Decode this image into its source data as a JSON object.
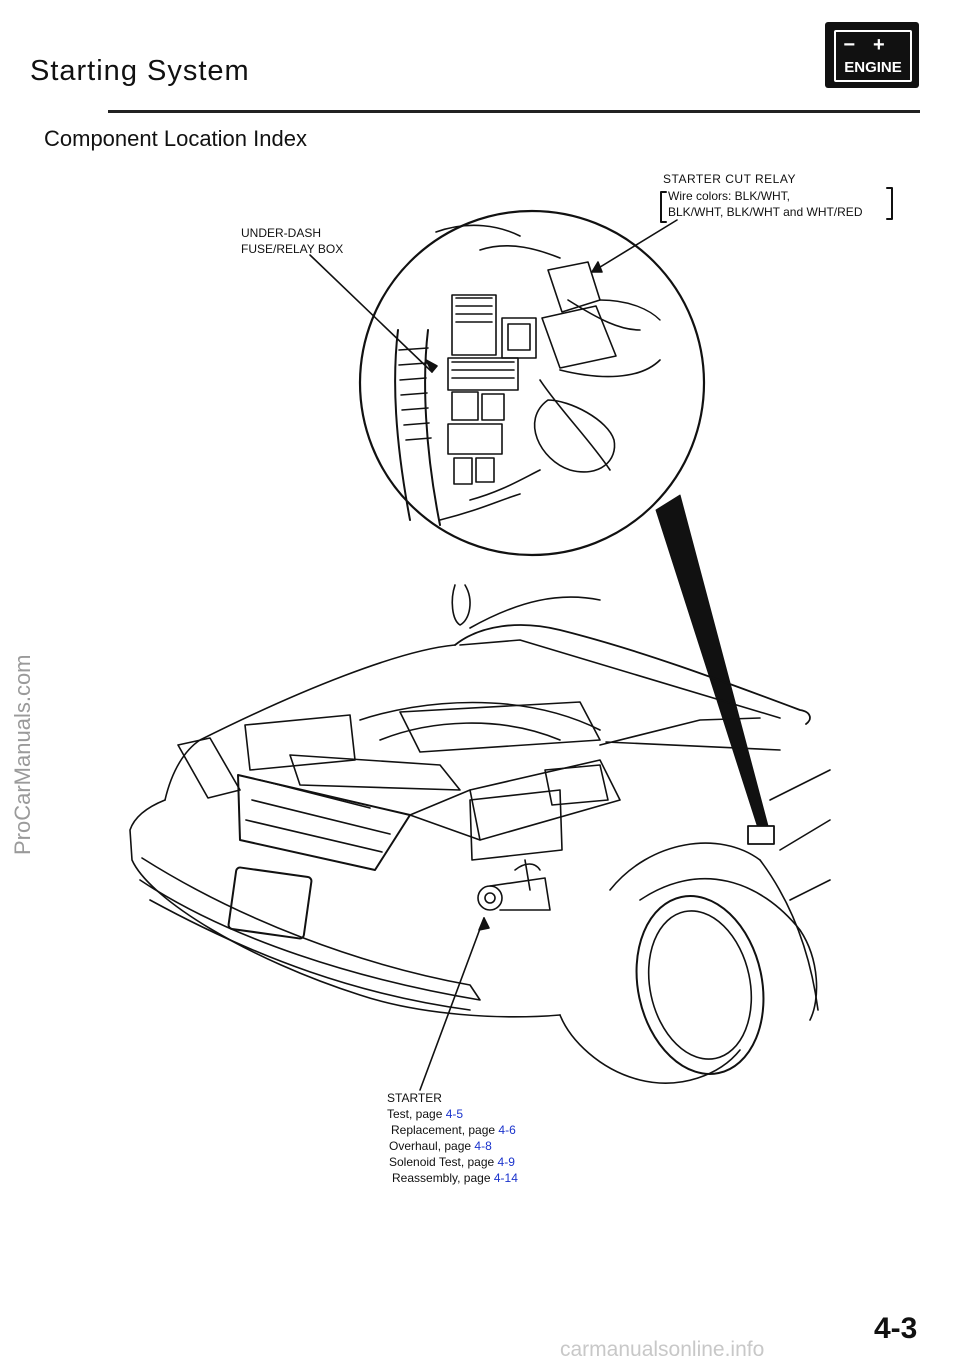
{
  "header": {
    "title": "Starting System",
    "badge": {
      "signs": "−+",
      "label": "ENGINE"
    }
  },
  "subtitle": "Component Location Index",
  "callouts": {
    "relay": {
      "title": "STARTER CUT RELAY",
      "wire_line1": "Wire colors: BLK/WHT,",
      "wire_line2": "BLK/WHT, BLK/WHT and WHT/RED"
    },
    "fuse_box": {
      "line1": "UNDER-DASH",
      "line2": "FUSE/RELAY BOX"
    },
    "starter": {
      "title": "STARTER",
      "refs": [
        {
          "label": "Test, page",
          "page": "4-5"
        },
        {
          "label": "Replacement, page",
          "page": "4-6"
        },
        {
          "label": "Overhaul, page",
          "page": "4-8"
        },
        {
          "label": "Solenoid Test, page",
          "page": "4-9"
        },
        {
          "label": "Reassembly, page",
          "page": "4-14"
        }
      ]
    }
  },
  "watermark_side": "ProCarManuals.com",
  "watermark_footer": "carmanualsonline.info",
  "page_number": "4-3",
  "colors": {
    "link": "#1a33cc",
    "ink": "#111111"
  }
}
